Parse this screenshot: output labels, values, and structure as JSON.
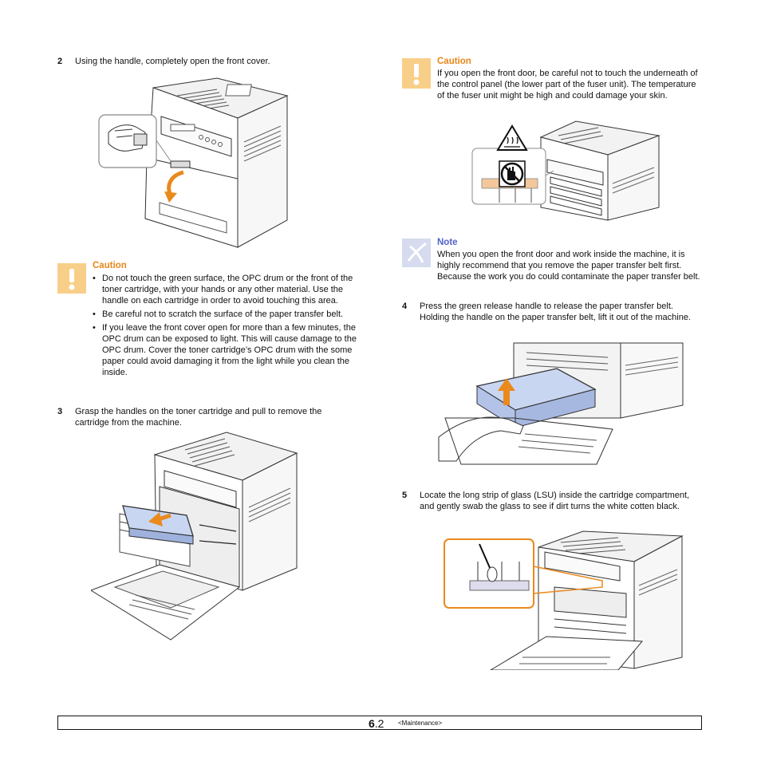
{
  "left": {
    "step2": {
      "num": "2",
      "text": "Using the handle, completely open the front cover."
    },
    "caution1": {
      "title": "Caution",
      "items": [
        "Do not touch the green surface, the OPC drum or the front of the toner cartridge, with your hands or any other material. Use the handle on each cartridge in order to avoid touching this area.",
        "Be careful not to scratch the surface of the paper transfer belt.",
        "If you leave the front cover open for more than a few minutes, the OPC drum can be exposed to light. This will cause damage to the OPC drum. Cover the toner cartridge’s OPC drum with the some paper could avoid damaging it from the light while you clean the inside."
      ]
    },
    "step3": {
      "num": "3",
      "text": "Grasp the handles on the toner cartridge and pull to remove the cartridge from the machine."
    }
  },
  "right": {
    "caution2": {
      "title": "Caution",
      "text": "If you open the front door, be careful not to touch the underneath of the control panel (the lower part of the fuser unit). The temperature of the fuser unit might be high and could damage your skin."
    },
    "note": {
      "title": "Note",
      "text": "When you open the front door and work inside the machine, it is highly recommend that you remove the paper transfer belt first. Because the work you do could contaminate the paper transfer belt."
    },
    "step4": {
      "num": "4",
      "text": "Press the green release handle to release the paper transfer belt. Holding the handle on the paper transfer belt, lift it out of the machine."
    },
    "step5": {
      "num": "5",
      "text": "Locate the long strip of glass (LSU) inside the cartridge compartment, and gently swab the glass to see if dirt turns the white cotten black."
    }
  },
  "footer": {
    "page_major": "6",
    "page_minor": ".2",
    "section": "<Maintenance>"
  },
  "colors": {
    "caution": "#e8861a",
    "note": "#4f63c8",
    "icon_caution_bg": "#f8cf88",
    "icon_note_bg": "#c8cde8"
  },
  "icons": [
    "caution-icon",
    "note-icon",
    "hot-surface-icon",
    "no-touch-icon",
    "arrow-icon"
  ]
}
